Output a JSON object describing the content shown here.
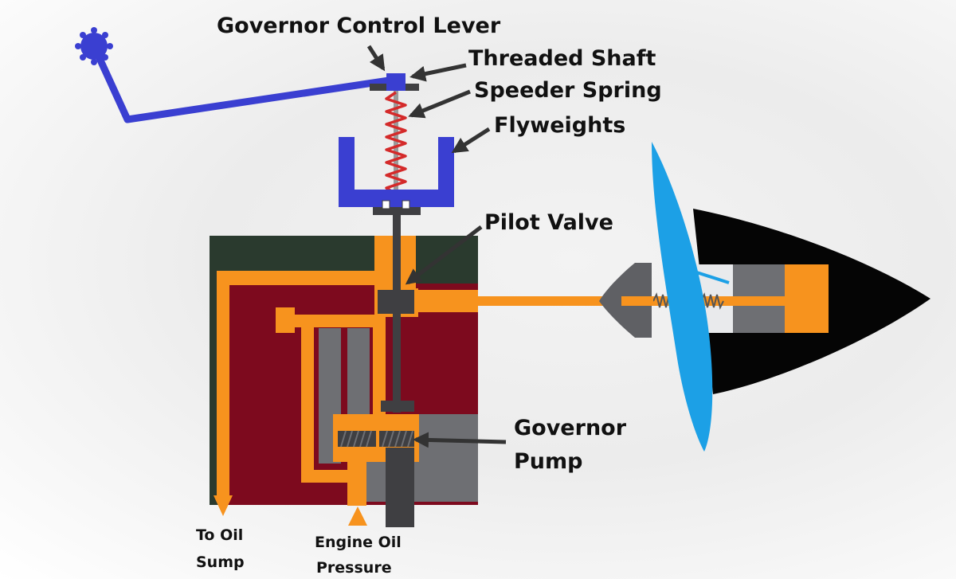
{
  "labels": {
    "governor_control_lever": "Governor Control Lever",
    "threaded_shaft": "Threaded Shaft",
    "speeder_spring": "Speeder Spring",
    "flyweights": "Flyweights",
    "pilot_valve": "Pilot Valve",
    "governor_pump_line1": "Governor",
    "governor_pump_line2": "Pump",
    "to_oil_sump_line1": "To Oil",
    "to_oil_sump_line2": "Sump",
    "engine_oil_pressure_line1": "Engine Oil",
    "engine_oil_pressure_line2": "Pressure"
  },
  "colors": {
    "oil": "#f7931e",
    "housing_dark": "#2a3a2e",
    "chamber_red": "#7d0a1e",
    "grey": "#6e6f73",
    "dark_grey": "#3f3f42",
    "lever_blue": "#3a3fd1",
    "spring_red": "#d42a2a",
    "blade_blue": "#1ca0e6",
    "spinner_black": "#050505",
    "arrow": "#333333"
  }
}
